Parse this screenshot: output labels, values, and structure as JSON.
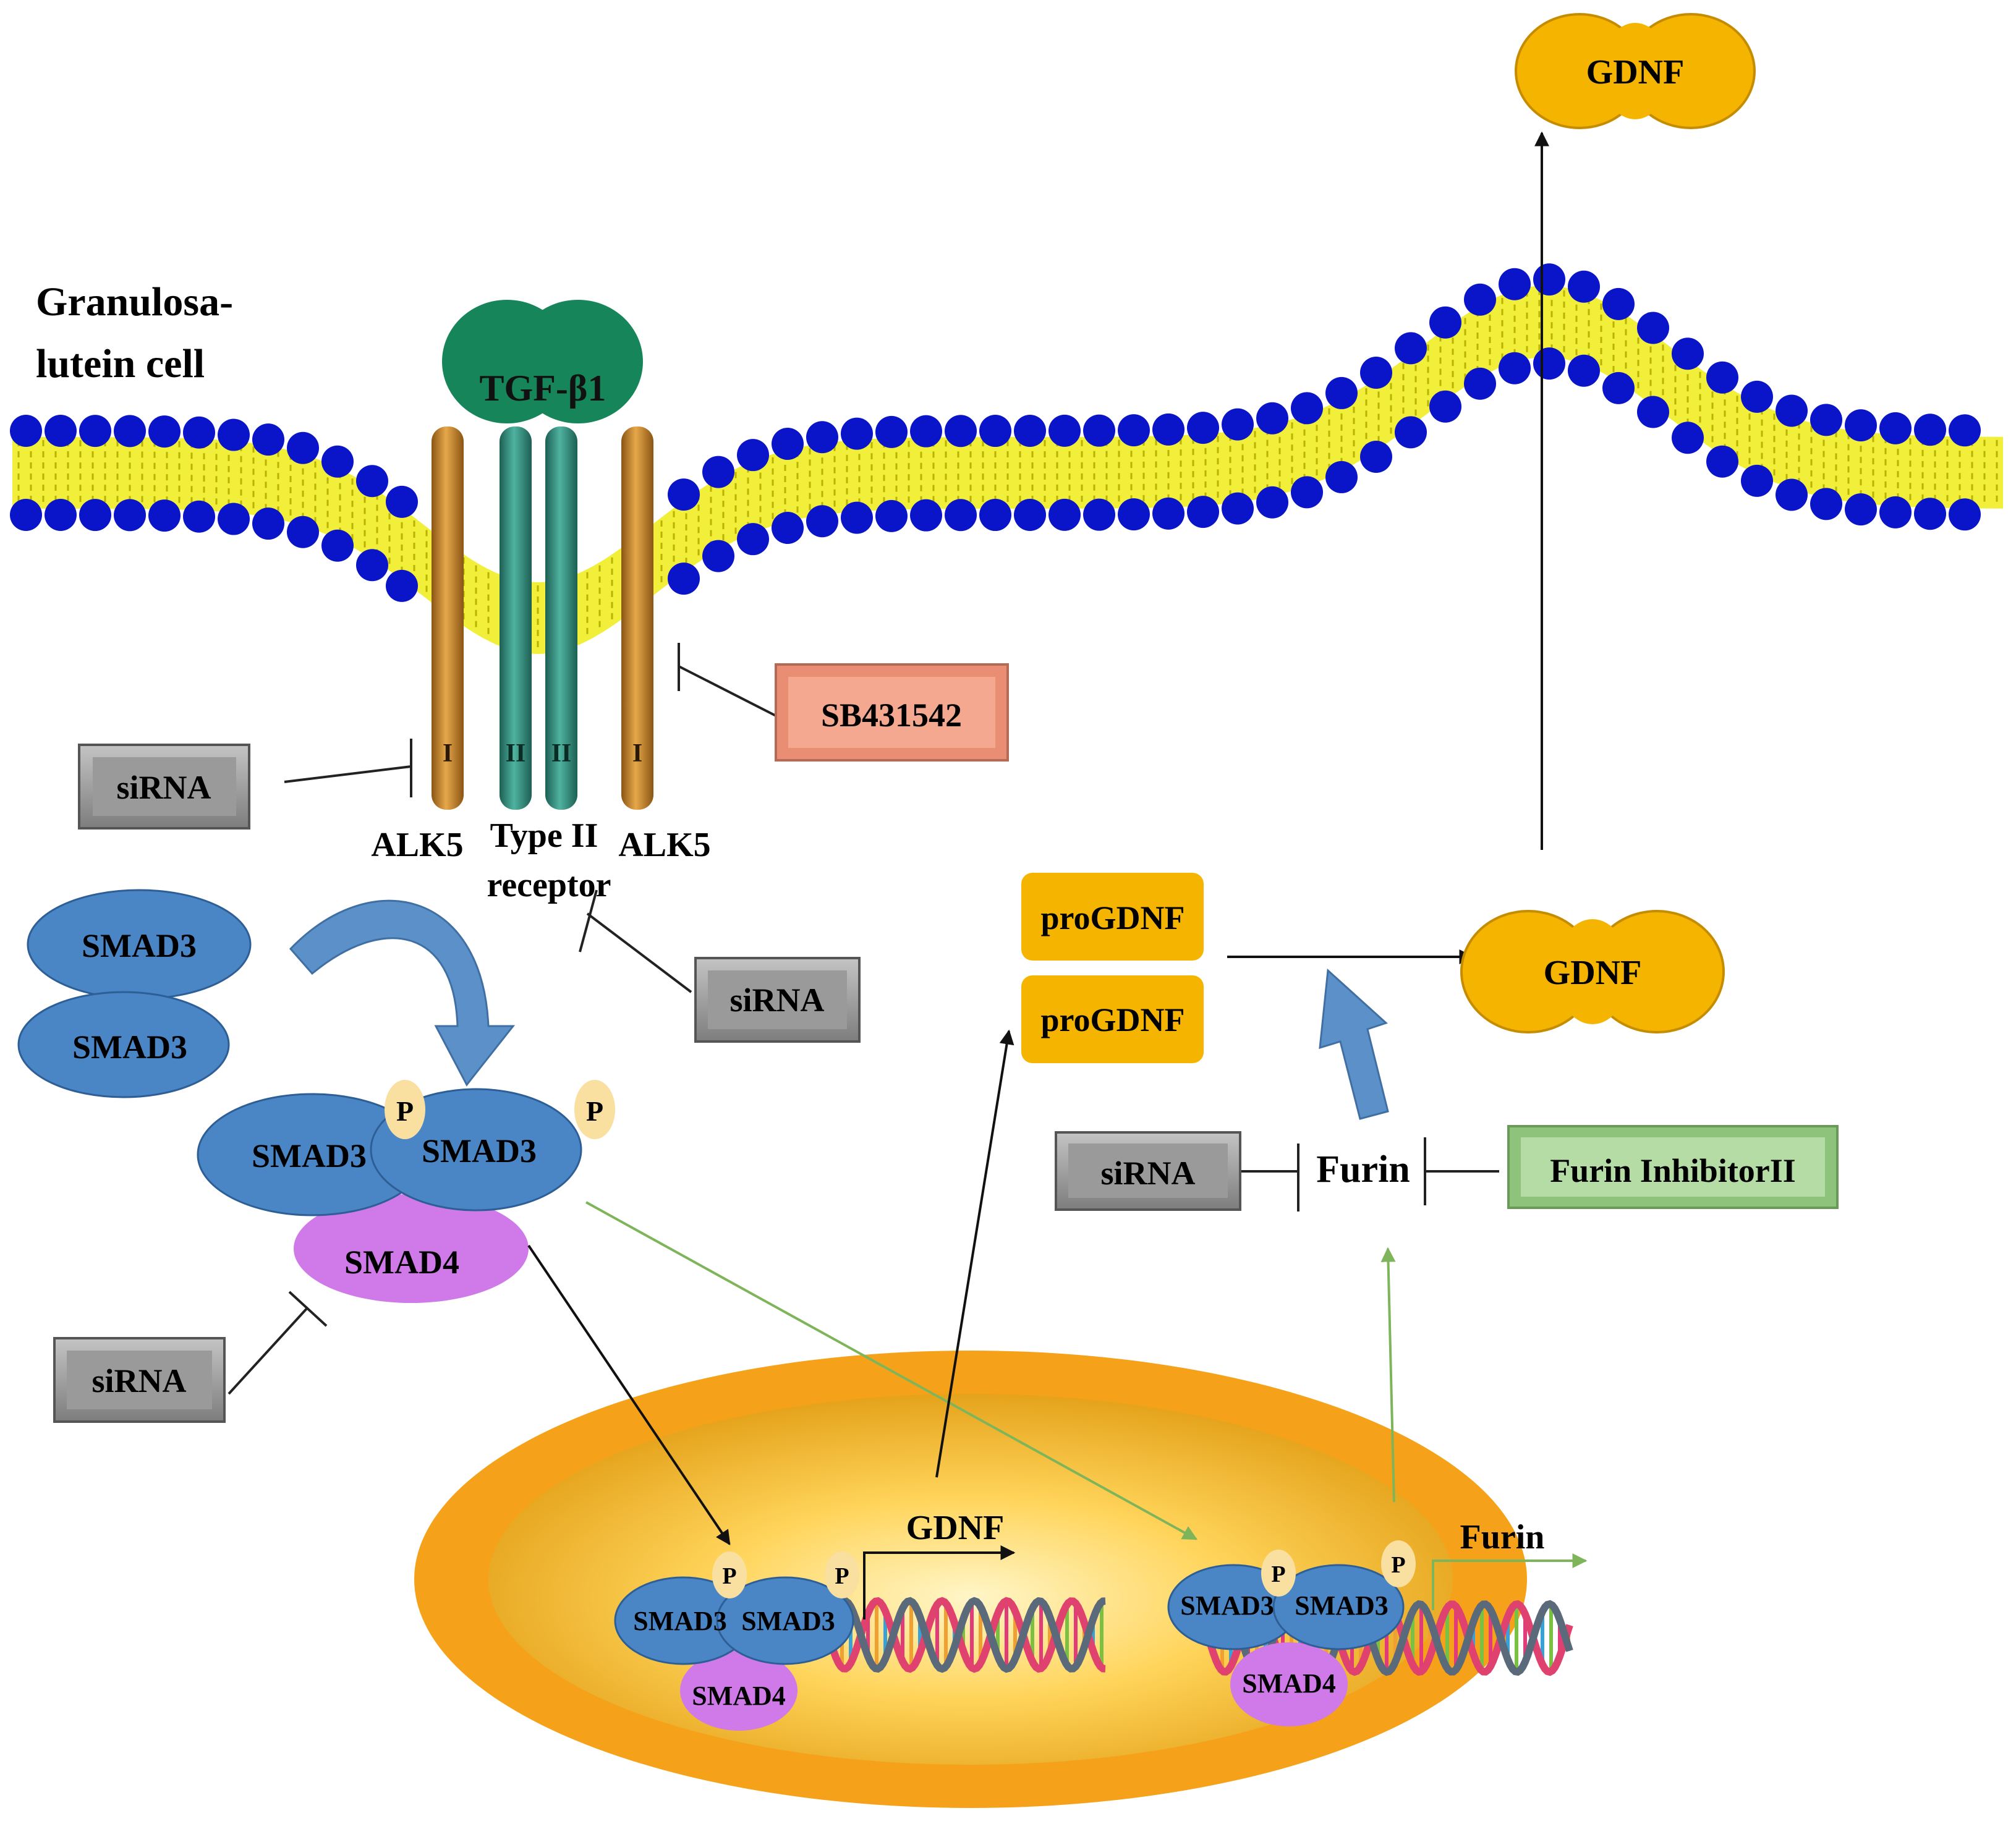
{
  "cell_label": {
    "line1": "Granulosa-",
    "line2": "lutein cell"
  },
  "ligand": {
    "label": "TGF-β1"
  },
  "receptors": {
    "type1_marker": "I",
    "type2_marker": "II",
    "alk5_left": "ALK5",
    "alk5_right": "ALK5",
    "type2_label_line1": "Type II",
    "type2_label_line2": "receptor"
  },
  "inhibitors": {
    "sirna": "siRNA",
    "sb431542": "SB431542",
    "furin_inhibitor": "Furin InhibitorII"
  },
  "smads": {
    "smad3": "SMAD3",
    "smad4": "SMAD4",
    "phospho": "P"
  },
  "products": {
    "gdnf": "GDNF",
    "progdnf": "proGDNF",
    "furin": "Furin"
  },
  "nucleus": {
    "gene_gdnf": "GDNF",
    "gene_furin": "Furin"
  },
  "colors": {
    "lipid_head": "#0a14c8",
    "lipid_tail": "#f2ef3a",
    "alk5": "#c98a2e",
    "type2_receptor": "#2f8f7f",
    "tgf_ligand": "#16865a",
    "smad3": "#4a86c5",
    "smad4": "#cf7ae8",
    "phospho": "#f9dfa0",
    "gdnf": "#f5b400",
    "nucleus_outer": "#f5a21a",
    "sirna_box": "#9a9a9a",
    "sb_box": "#f4a890",
    "furin_inhibitor_box": "#a8d59a",
    "green_arrow": "#7fb55a",
    "blue_arrow": "#5b91c8"
  }
}
